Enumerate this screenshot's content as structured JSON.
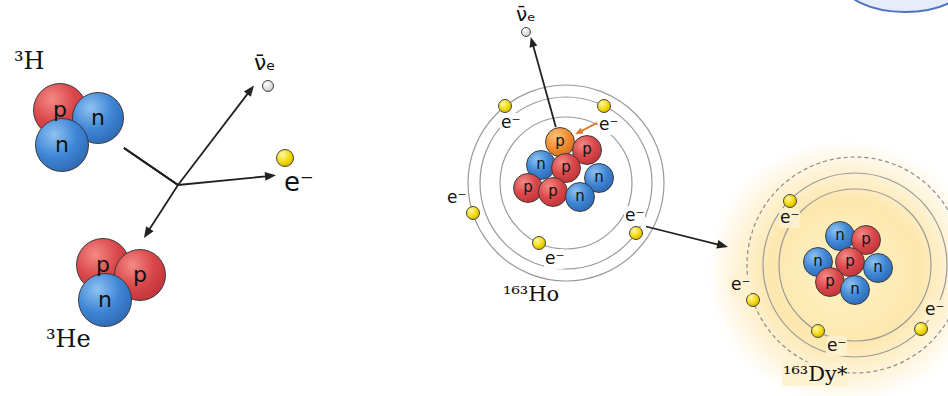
{
  "diagram": {
    "nodes": [
      {
        "text": [
          "³H"
        ]
      },
      {
        "text": [
          "p"
        ],
        "in": 0
      },
      {
        "text": [
          "n"
        ],
        "in": 0
      },
      {
        "text": [
          "n"
        ],
        "in": 0
      },
      {
        "text": [
          "ν̄ₑ"
        ]
      },
      {
        "text": [
          "e⁻"
        ]
      },
      {
        "text": [
          "³He"
        ]
      },
      {
        "text": [
          "p"
        ],
        "in": 6
      },
      {
        "text": [
          "p"
        ],
        "in": 6
      },
      {
        "text": [
          "n"
        ],
        "in": 6
      },
      {
        "text": [
          "ν̄ₑ"
        ]
      },
      {
        "text": [
          "¹⁶³Ho"
        ]
      },
      {
        "text": [
          "e⁻"
        ],
        "in": 11
      },
      {
        "text": [
          "e⁻"
        ],
        "in": 11
      },
      {
        "text": [
          "e⁻"
        ],
        "in": 11
      },
      {
        "text": [
          "e⁻"
        ],
        "in": 11
      },
      {
        "text": [
          "e⁻"
        ],
        "in": 11
      },
      {
        "text": [
          "p"
        ],
        "in": 11
      },
      {
        "text": [
          "p"
        ],
        "in": 11
      },
      {
        "text": [
          "n"
        ],
        "in": 11
      },
      {
        "text": [
          "p"
        ],
        "in": 11
      },
      {
        "text": [
          "n"
        ],
        "in": 11
      },
      {
        "text": [
          "p"
        ],
        "in": 11
      },
      {
        "text": [
          "p"
        ],
        "in": 11
      },
      {
        "text": [
          "n"
        ],
        "in": 11
      },
      {
        "text": [
          "¹⁶³Dy*"
        ]
      },
      {
        "text": [
          "e⁻"
        ],
        "in": 25
      },
      {
        "text": [
          "e⁻"
        ],
        "in": 25
      },
      {
        "text": [
          "e⁻"
        ],
        "in": 25
      },
      {
        "text": [
          "e⁻"
        ],
        "in": 25
      },
      {
        "text": [
          "n"
        ],
        "in": 25
      },
      {
        "text": [
          "p"
        ],
        "in": 25
      },
      {
        "text": [
          "n"
        ],
        "in": 25
      },
      {
        "text": [
          "p"
        ],
        "in": 25
      },
      {
        "text": [
          "n"
        ],
        "in": 25
      },
      {
        "text": [
          "p"
        ],
        "in": 25
      },
      {
        "text": [
          "n"
        ],
        "in": 25
      }
    ],
    "edges": [
      {
        "from": 0,
        "to": 6,
        "arrow": "to"
      },
      {
        "from": 0,
        "to": 4,
        "arrow": "to"
      },
      {
        "from": 0,
        "to": 5,
        "arrow": "to"
      },
      {
        "from": 17,
        "to": 10,
        "arrow": "to"
      },
      {
        "from": 13,
        "to": 17,
        "arrow": "to"
      },
      {
        "from": 11,
        "to": 25,
        "arrow": "to"
      }
    ]
  }
}
